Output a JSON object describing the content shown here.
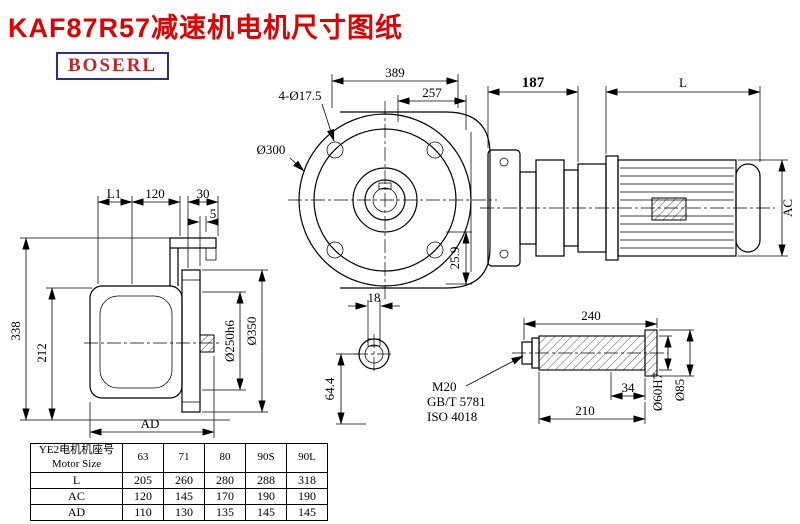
{
  "title": "KAF87R57减速机电机尺寸图纸",
  "brand": "BOSERL",
  "front_view": {
    "overall_width": "389",
    "offset_257": "257",
    "mounting_holes": "4-Ø17.5",
    "flange_dia": "Ø300",
    "dim_25_9": "25.9",
    "keyway_width": "18",
    "dim_64_4": "64.4"
  },
  "left_view": {
    "dim_L1": "L1",
    "dim_120": "120",
    "dim_30": "30",
    "dim_5": "5",
    "height_338": "338",
    "height_212": "212",
    "dim_AD": "AD",
    "spigot_dia": "Ø250h6",
    "flange_dia": "Ø350"
  },
  "assembly_view": {
    "dim_187": "187",
    "dim_L": "L",
    "dim_AC": "AC"
  },
  "shaft_detail": {
    "length_240": "240",
    "dim_34": "34",
    "length_210": "210",
    "bore_dia": "Ø60H7",
    "hub_dia": "Ø85",
    "thread": "M20",
    "standard_gb": "GB/T 5781",
    "standard_iso": "ISO 4018"
  },
  "table": {
    "header_cn": "YE2电机机座号",
    "header_en": "Motor Size",
    "sizes": [
      "63",
      "71",
      "80",
      "90S",
      "90L"
    ],
    "rows": [
      {
        "label": "L",
        "values": [
          "205",
          "260",
          "280",
          "288",
          "318"
        ]
      },
      {
        "label": "AC",
        "values": [
          "120",
          "145",
          "170",
          "190",
          "190"
        ]
      },
      {
        "label": "AD",
        "values": [
          "110",
          "130",
          "135",
          "145",
          "145"
        ]
      }
    ]
  }
}
